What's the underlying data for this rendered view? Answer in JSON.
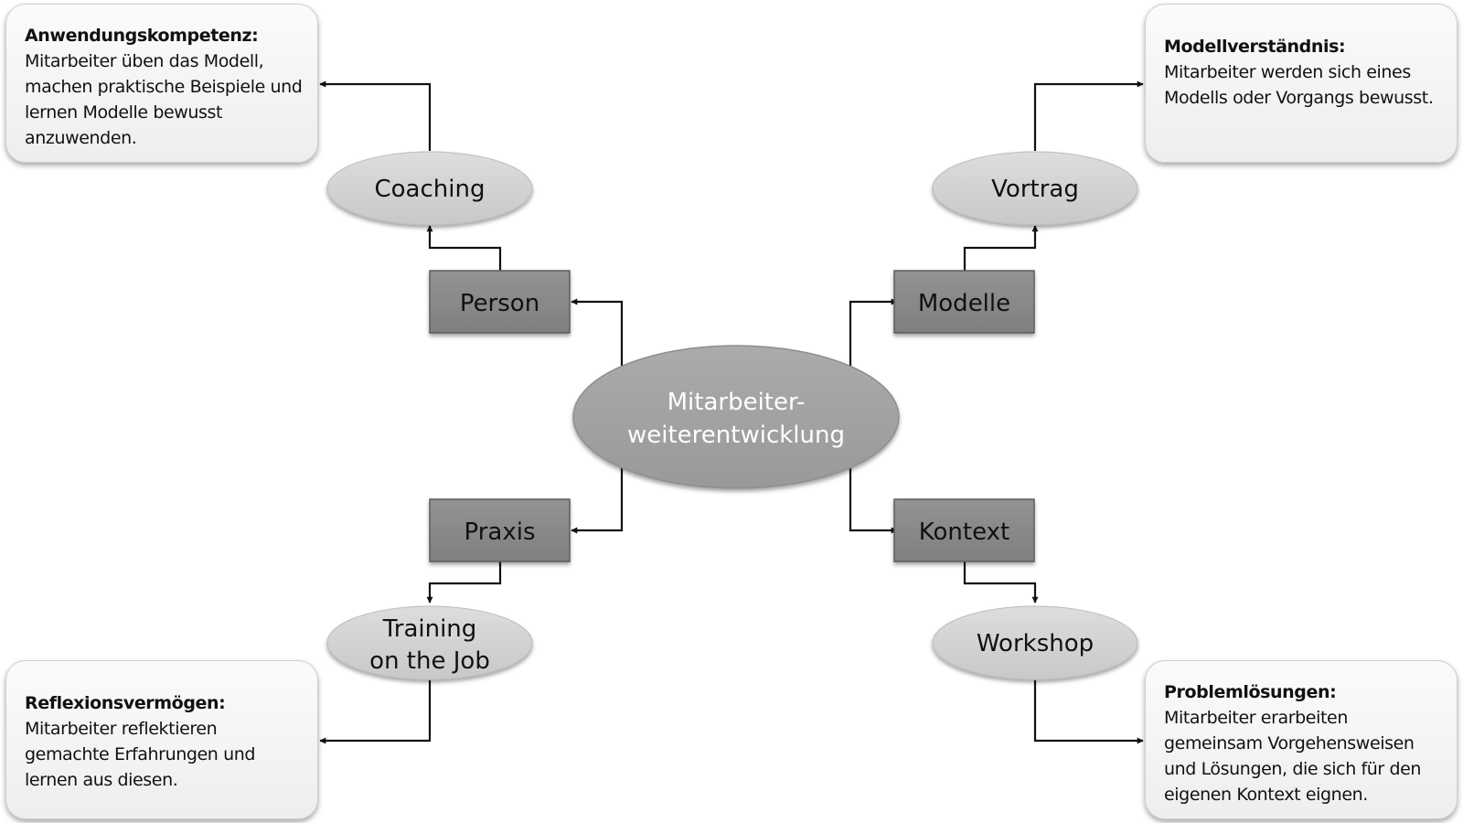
{
  "center": {
    "line1": "Mitarbeiter-",
    "line2": "weiterentwicklung"
  },
  "categories": {
    "person": "Person",
    "modelle": "Modelle",
    "praxis": "Praxis",
    "kontext": "Kontext"
  },
  "methods": {
    "coaching": "Coaching",
    "vortrag": "Vortrag",
    "training_line1": "Training",
    "training_line2": "on the Job",
    "workshop": "Workshop"
  },
  "outcomes": {
    "anwendung": {
      "title": "Anwendungskompetenz:",
      "text": "Mitarbeiter üben das Modell, machen praktische Beispiele und lernen Modelle bewusst anzuwenden."
    },
    "modell": {
      "title": "Modellverständnis:",
      "text": "Mitarbeiter werden sich eines Modells oder Vorgangs bewusst."
    },
    "reflexion": {
      "title": "Reflexionsvermögen:",
      "text": "Mitarbeiter reflektieren gemachte Erfahrungen und lernen aus diesen."
    },
    "problem": {
      "title": "Problemlösungen:",
      "text": "Mitarbeiter erarbeiten gemeinsam Vorgehensweisen und Lösungen, die sich für den eigenen Kontext eignen."
    }
  },
  "colors": {
    "center_fill": "#a3a3a3",
    "rect_fill": "#8a8a8a",
    "method_fill": "#d3d3d3",
    "connector": "#111111"
  }
}
